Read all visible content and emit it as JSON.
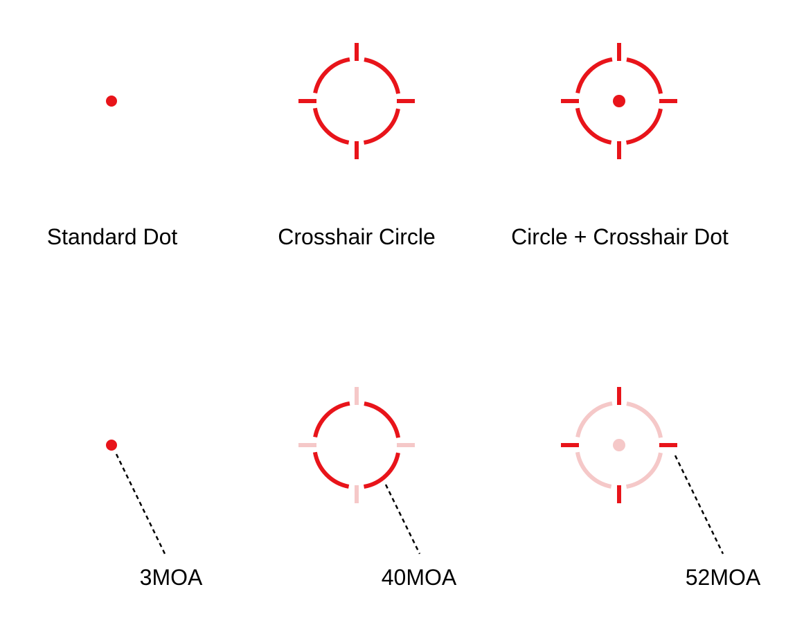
{
  "colors": {
    "reticle_red": "#e8141a",
    "faded_red": "#f5c8c8",
    "leader_line": "#000000"
  },
  "reticles": [
    {
      "name": "Standard Dot",
      "type": "dot"
    },
    {
      "name": "Crosshair Circle",
      "type": "circle-crosshair"
    },
    {
      "name": "Circle + Crosshair Dot",
      "type": "circle-crosshair-dot"
    }
  ],
  "size_callouts": [
    {
      "label": "3MOA",
      "highlights": "dot"
    },
    {
      "label": "40MOA",
      "highlights": "circle"
    },
    {
      "label": "52MOA",
      "highlights": "crosshair ticks"
    }
  ]
}
